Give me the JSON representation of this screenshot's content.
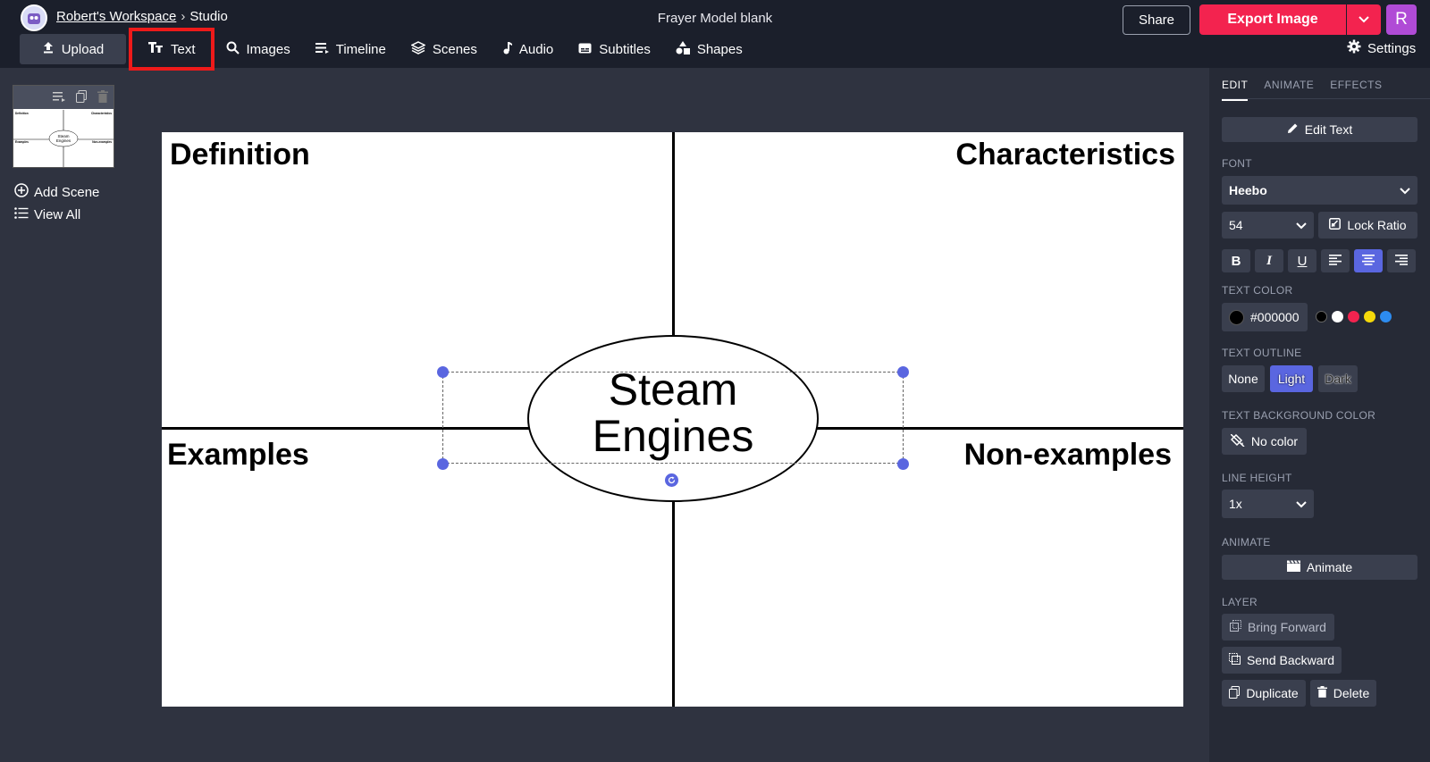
{
  "header": {
    "workspace": "Robert's Workspace",
    "separator": "›",
    "section": "Studio",
    "project_title": "Frayer Model blank",
    "share_label": "Share",
    "export_label": "Export Image",
    "user_initial": "R"
  },
  "toolbar": {
    "upload": "Upload",
    "text": "Text",
    "images": "Images",
    "timeline": "Timeline",
    "scenes": "Scenes",
    "audio": "Audio",
    "subtitles": "Subtitles",
    "shapes": "Shapes",
    "settings": "Settings"
  },
  "scenes_panel": {
    "add_scene": "Add Scene",
    "view_all": "View All",
    "thumb": {
      "definition": "Definition",
      "characteristics": "Characteristics",
      "examples": "Examples",
      "non_examples": "Non-examples",
      "center_line1": "Steam",
      "center_line2": "Engines"
    }
  },
  "canvas": {
    "definition": "Definition",
    "characteristics": "Characteristics",
    "examples": "Examples",
    "non_examples": "Non-examples",
    "center_line1": "Steam",
    "center_line2": "Engines"
  },
  "right_panel": {
    "tabs": [
      "EDIT",
      "ANIMATE",
      "EFFECTS"
    ],
    "edit_text": "Edit Text",
    "font_label": "FONT",
    "font_value": "Heebo",
    "font_size": "54",
    "lock_ratio": "Lock Ratio",
    "text_color_label": "TEXT COLOR",
    "text_color_value": "#000000",
    "swatches": [
      "#000000",
      "#ffffff",
      "#f3234f",
      "#f5d90a",
      "#2d8cf0"
    ],
    "text_outline_label": "TEXT OUTLINE",
    "outline_none": "None",
    "outline_light": "Light",
    "outline_dark": "Dark",
    "text_bg_label": "TEXT BACKGROUND COLOR",
    "no_color": "No color",
    "line_height_label": "LINE HEIGHT",
    "line_height_value": "1x",
    "animate_label": "ANIMATE",
    "animate_button": "Animate",
    "layer_label": "LAYER",
    "bring_forward": "Bring Forward",
    "send_backward": "Send Backward",
    "duplicate": "Duplicate",
    "delete": "Delete"
  },
  "colors": {
    "accent": "#5a66e0",
    "export": "#f3234f",
    "highlight_outline": "#ee1a1a"
  }
}
